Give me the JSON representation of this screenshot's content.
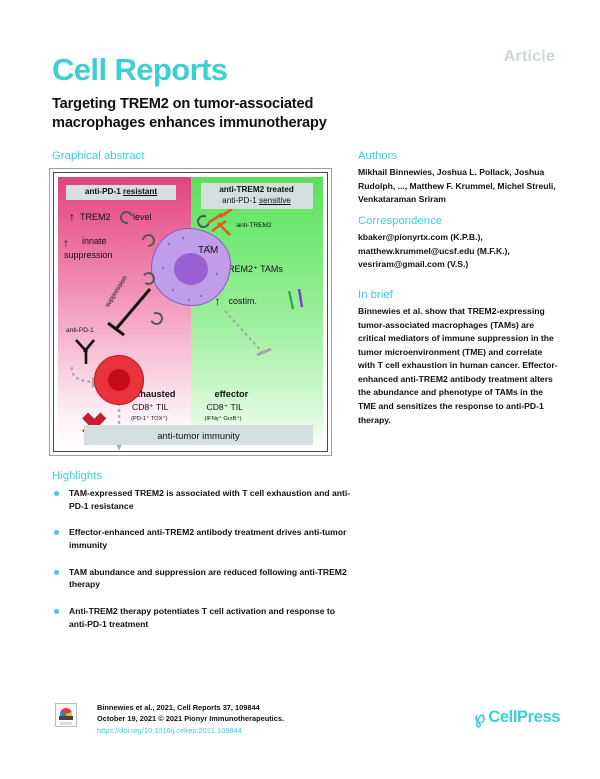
{
  "header": {
    "journal": "Cell Reports",
    "article_kind": "Article",
    "title": "Targeting TREM2 on tumor-associated macrophages enhances immunotherapy"
  },
  "graphical_abstract": {
    "heading": "Graphical abstract",
    "left_panel": {
      "tag_line1": "anti-PD-1 ",
      "tag_line1_underlined": "resistant",
      "trem2_level": "TREM2",
      "trem2_level_suffix": "level",
      "innate": "innate",
      "suppression": "suppression",
      "anti_pd1": "anti-PD-1",
      "suppression_arrow_label": "suppression",
      "cell_name": "exhausted",
      "cell_type": "CD8⁺ TIL",
      "cell_markers": "(PD-1⁺ TOX⁺)",
      "mark": "✖"
    },
    "right_panel": {
      "tag_line1": "anti-TREM2 treated",
      "tag_line2_prefix": "anti-PD-1 ",
      "tag_line2_underlined": "sensitive",
      "antibody_label": "anti-TREM2",
      "trem2_tams": "TREM2⁺ TAMs",
      "costim": "costim.",
      "cell_name": "effector",
      "cell_type": "CD8⁺ TIL",
      "cell_markers": "(IFNγ⁺ GrzB⁺)",
      "mark": "✔"
    },
    "center_cell": "TAM",
    "bottom_bar": "anti-tumor immunity"
  },
  "highlights": {
    "heading": "Highlights",
    "items": [
      "TAM-expressed TREM2 is associated with T cell exhaustion and anti-PD-1 resistance",
      "Effector-enhanced anti-TREM2 antibody treatment drives anti-tumor immunity",
      "TAM abundance and suppression are reduced following anti-TREM2 therapy",
      "Anti-TREM2 therapy potentiates T cell activation and response to anti-PD-1 treatment"
    ]
  },
  "authors": {
    "heading": "Authors",
    "text": "Mikhail Binnewies, Joshua L. Pollack, Joshua Rudolph, ..., Matthew F. Krummel, Michel Streuli, Venkataraman Sriram"
  },
  "correspondence": {
    "heading": "Correspondence",
    "text": "kbaker@pionyrtx.com (K.P.B.), matthew.krummel@ucsf.edu (M.F.K.), vesriram@gmail.com (V.S.)"
  },
  "in_brief": {
    "heading": "In brief",
    "text": "Binnewies et al. show that TREM2-expressing tumor-associated macrophages (TAMs) are critical mediators of immune suppression in the tumor microenvironment (TME) and correlate with T cell exhaustion in human cancer. Effector-enhanced anti-TREM2 antibody treatment alters the abundance and phenotype of TAMs in the TME and sensitizes the response to anti-PD-1 therapy."
  },
  "footer": {
    "citation_line1": "Binnewies et al., 2021, Cell Reports 37, 109844",
    "citation_line2": "October 19, 2021 © 2021 Pionyr Immunotherapeutics.",
    "doi": "https://doi.org/10.1016/j.celrep.2021.109844",
    "publisher_mark": "℘",
    "publisher": "CellPress"
  },
  "colors": {
    "brand_cyan": "#3ecfd5",
    "article_gray": "#ccd8d4",
    "panel_pink": "#e0447d",
    "panel_green": "#5ae05a",
    "tag_gray": "#d5dfe0"
  }
}
